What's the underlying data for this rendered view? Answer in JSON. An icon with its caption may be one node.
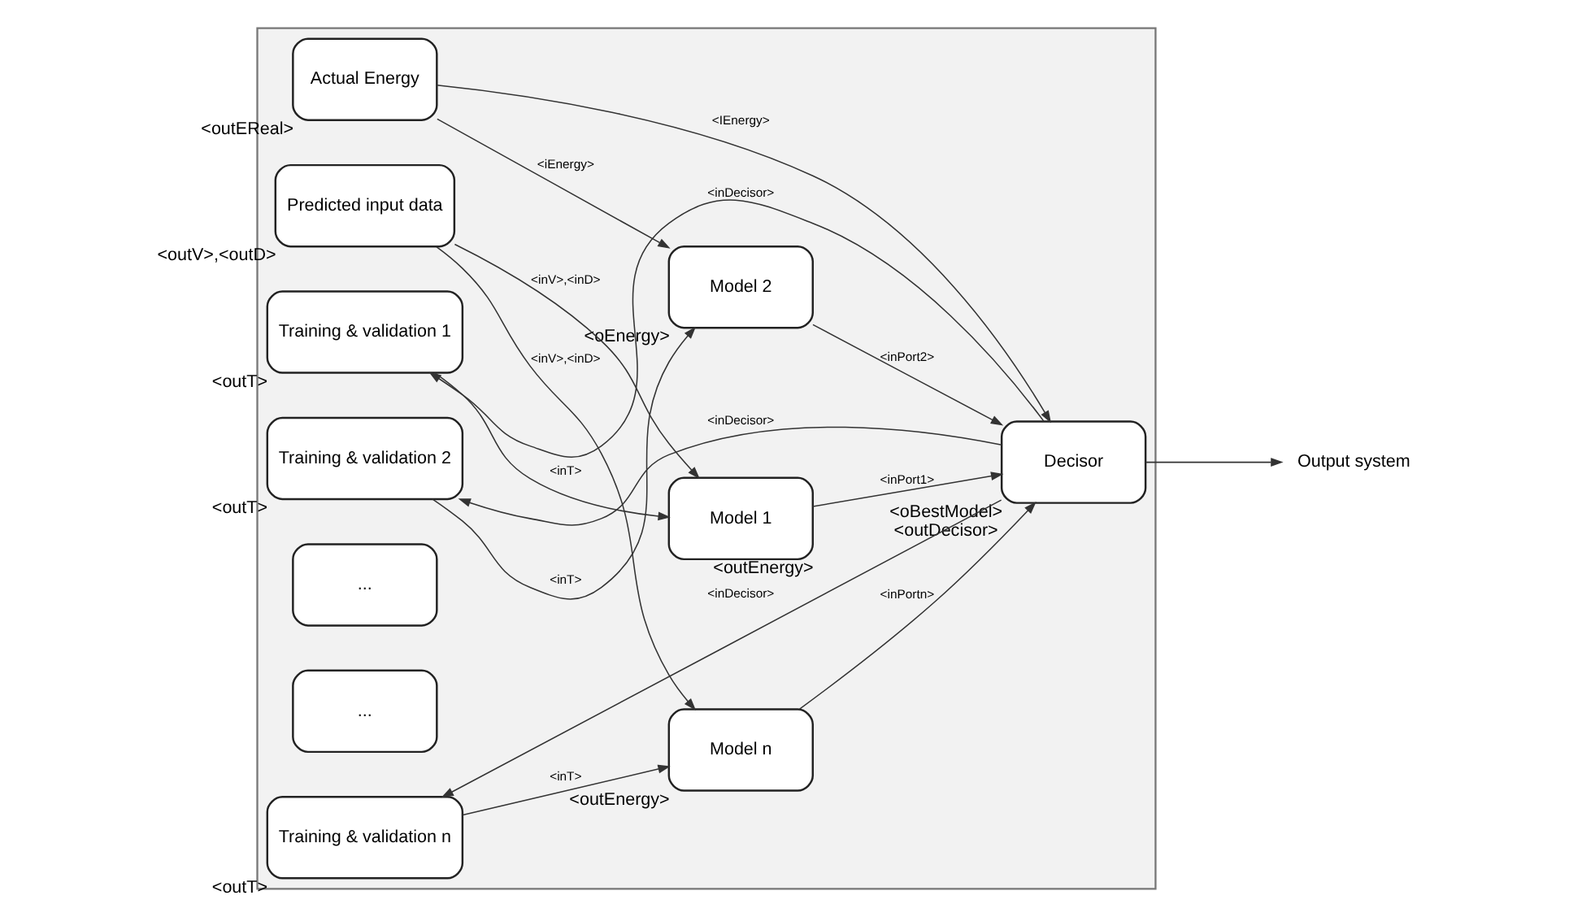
{
  "diagram": {
    "nodes": [
      {
        "text": [],
        "shape": "box"
      },
      {
        "text": [
          "Actual Energy"
        ],
        "in": 0,
        "beside": [
          "<outEReal>"
        ]
      },
      {
        "text": [
          "Predicted input data"
        ],
        "in": 0,
        "beside": [
          "<outV>,<outD>"
        ]
      },
      {
        "text": [
          "Model 1"
        ],
        "in": 0,
        "beside": [
          "<outEnergy>"
        ]
      },
      {
        "text": [
          "Training & validation 1"
        ],
        "in": 0,
        "beside": [
          "<outT>"
        ]
      },
      {
        "text": [
          "Model 2"
        ],
        "in": 0,
        "beside": [
          "<oEnergy>"
        ]
      },
      {
        "text": [
          "Training & validation 2"
        ],
        "in": 0,
        "beside": [
          "<outT>"
        ]
      },
      {
        "text": [
          "..."
        ],
        "in": 0
      },
      {
        "text": [
          "..."
        ],
        "in": 0
      },
      {
        "text": [
          "Training & validation n"
        ],
        "in": 0,
        "beside": [
          "<outT>"
        ]
      },
      {
        "text": [
          "Model n"
        ],
        "in": 0,
        "beside": [
          "<outEnergy>"
        ]
      },
      {
        "text": [
          "Decisor"
        ],
        "in": 0,
        "beside": [
          "<oBestModel>",
          "<outDecisor>"
        ]
      },
      {
        "text": [
          "Output system"
        ]
      }
    ],
    "edges": [
      {
        "from": 1,
        "to": 5,
        "arrow": "to",
        "label": "<iEnergy>"
      },
      {
        "from": 1,
        "to": 11,
        "arrow": "to",
        "label": "<IEnergy>"
      },
      {
        "from": 2,
        "to": 3,
        "arrow": "to",
        "label": "<inV>,<inD>"
      },
      {
        "from": 2,
        "to": 10,
        "arrow": "to",
        "label": "<inV>,<inD>"
      },
      {
        "from": 4,
        "to": 3,
        "arrow": "to",
        "label": "<inT>"
      },
      {
        "from": 6,
        "to": 5,
        "arrow": "to",
        "label": "<inT>"
      },
      {
        "from": 9,
        "to": 10,
        "arrow": "to",
        "label": "<inT>"
      },
      {
        "from": 3,
        "to": 11,
        "arrow": "to",
        "label": "<inPort1>"
      },
      {
        "from": 5,
        "to": 11,
        "arrow": "to",
        "label": "<inPort2>"
      },
      {
        "from": 10,
        "to": 11,
        "arrow": "to",
        "label": "<inPortn>"
      },
      {
        "from": 11,
        "to": 4,
        "arrow": "to",
        "label": "<inDecisor>"
      },
      {
        "from": 11,
        "to": 6,
        "arrow": "to",
        "label": "<inDecisor>"
      },
      {
        "from": 11,
        "to": 9,
        "arrow": "to",
        "label": "<inDecisor>"
      },
      {
        "from": 11,
        "to": 12,
        "arrow": "to"
      }
    ]
  }
}
